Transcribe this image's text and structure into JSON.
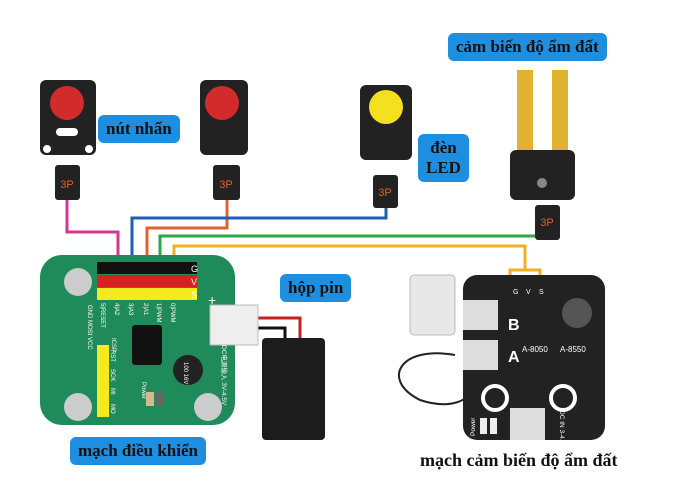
{
  "labels": {
    "button": "nút nhấn",
    "led_line1": "đèn",
    "led_line2": "LED",
    "soil_sensor": "cảm biến độ ẩm đất",
    "battery": "hộp pin",
    "controller": "mạch điều khiển",
    "sensor_board": "mạch cảm biến độ ẩm đất"
  },
  "connector_label": "3P",
  "controller_board": {
    "header_rows": [
      "G",
      "V",
      "S"
    ],
    "pins": [
      "5|RESET",
      "4|A2",
      "3|A3",
      "2|A1",
      "1|PWM",
      "0|PWM"
    ],
    "icsp": [
      "RST",
      "SCK",
      "MI",
      "MO"
    ],
    "icsp_label": "ICSP",
    "side_pins": "GND MOSI VCC",
    "power_input": "DC电源输入 3V-4.5V",
    "capacitor": "100 16V",
    "power_label": "Power"
  },
  "sensor_driver": {
    "pins": [
      "G",
      "V",
      "S"
    ],
    "channels": [
      "A",
      "B"
    ],
    "transistors": [
      "A-8050",
      "A-8550"
    ],
    "dc_in": "DC IN 3-4.5V",
    "power_label": "Power"
  },
  "colors": {
    "label_bg": "#1e8fe0",
    "board_green": "#1f8a5a",
    "board_black": "#222222",
    "wire_pink": "#d6358f",
    "wire_blue": "#1e5fb5",
    "wire_orange": "#e0632a",
    "wire_green": "#2aa84a",
    "wire_yellow": "#f0b020"
  }
}
